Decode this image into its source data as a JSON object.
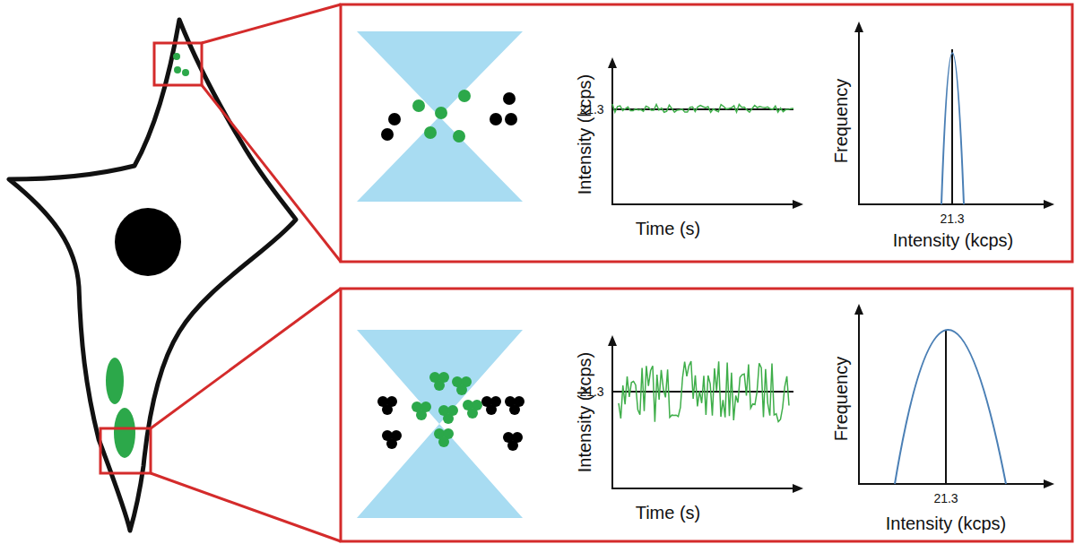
{
  "diagram": {
    "labels": [
      "Intensity (kcps)",
      "21.3",
      "Time (s)",
      "Frequency",
      "21.3",
      "Intensity (kcps)",
      "Intensity (kcps)",
      "21.3",
      "Time (s)",
      "Frequency",
      "21.3",
      "Intensity (kcps)"
    ]
  }
}
